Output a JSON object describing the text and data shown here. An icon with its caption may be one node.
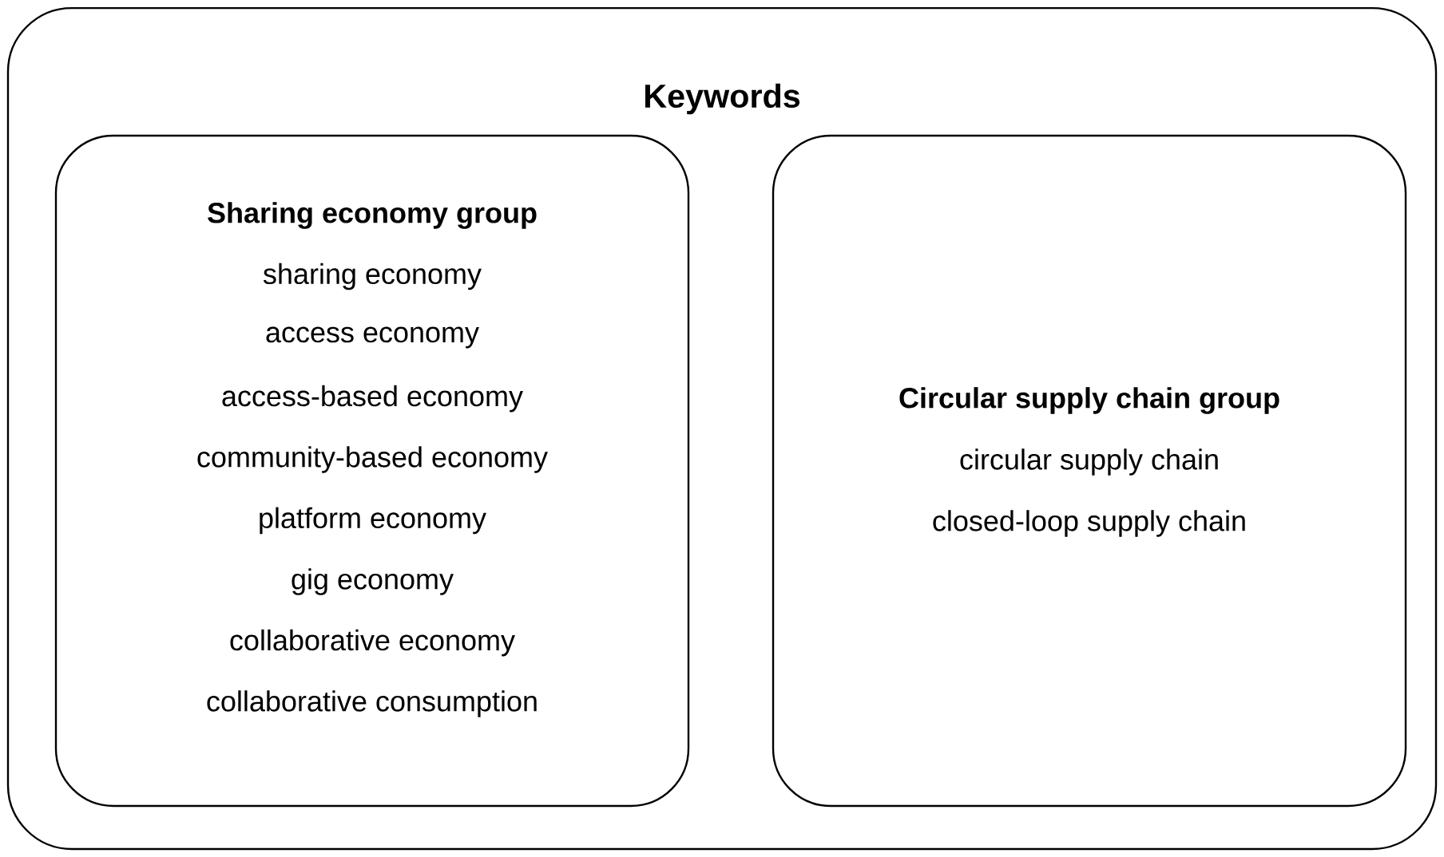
{
  "diagram": {
    "nodes": [
      {
        "text": [
          "Keywords"
        ]
      },
      {
        "text": [
          "Sharing economy group",
          "sharing economy",
          "access economy",
          "access-based economy",
          "community-based economy",
          "platform economy",
          "gig economy",
          "collaborative economy",
          "collaborative consumption"
        ],
        "in": 0
      },
      {
        "text": [
          "Circular supply chain group",
          "circular supply chain",
          "closed-loop supply chain"
        ],
        "in": 0
      }
    ]
  }
}
